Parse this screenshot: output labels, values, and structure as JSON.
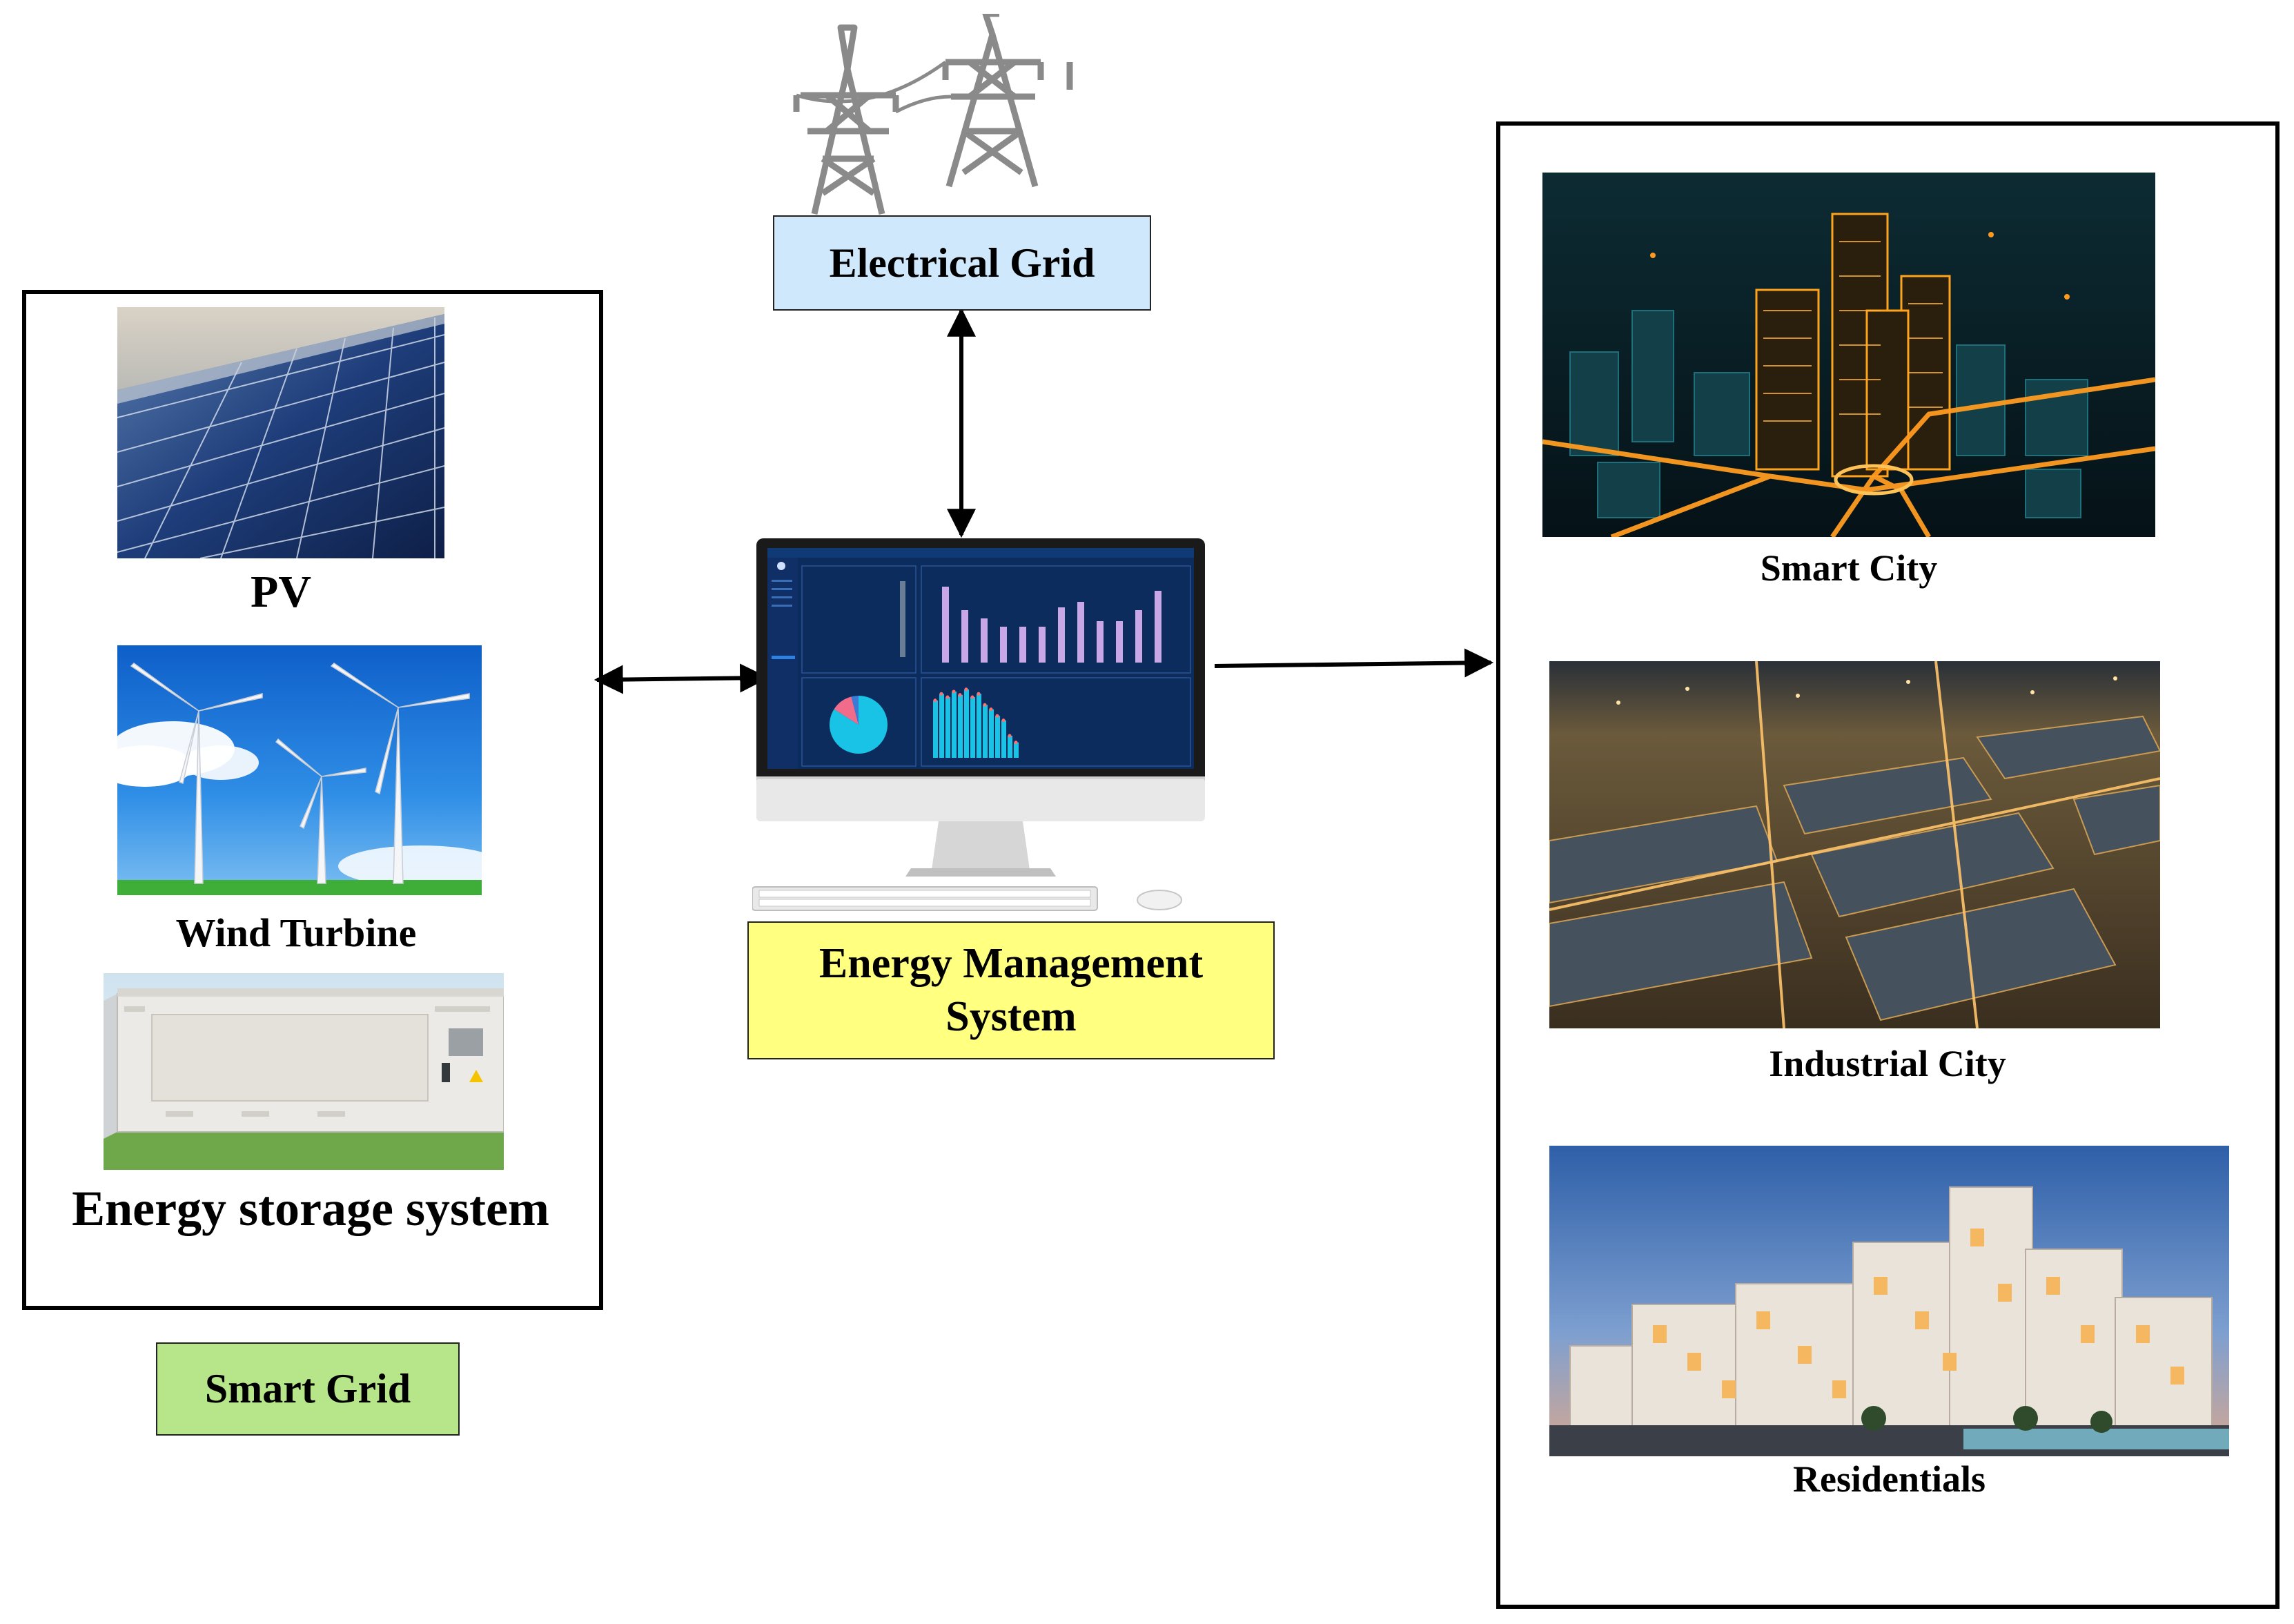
{
  "labels": {
    "electrical_grid": "Electrical Grid",
    "pv": "PV",
    "wind_turbine": "Wind Turbine",
    "energy_storage": "Energy storage system",
    "ems_line1": "Energy Management",
    "ems_line2": "System",
    "smart_grid": "Smart Grid",
    "smart_city": "Smart City",
    "industrial_city": "Industrial City",
    "residentials": "Residentials"
  },
  "colors": {
    "electrical_grid_box": "#cfe8fb",
    "ems_box": "#ffff80",
    "smart_grid_box": "#b7e58a",
    "line": "#000000"
  },
  "icons": {
    "grid": "transmission-tower-icon",
    "pc": "desktop-computer-icon"
  },
  "ems_dashboard": {
    "bar_values_top": [
      55,
      38,
      32,
      26,
      26,
      26,
      40,
      44,
      30,
      30,
      38,
      52
    ],
    "bar_values_bottom": [
      52,
      58,
      55,
      60,
      57,
      62,
      55,
      58,
      48,
      44,
      38,
      34,
      20,
      14
    ],
    "pie_slices": [
      0.84,
      0.12,
      0.04
    ]
  }
}
